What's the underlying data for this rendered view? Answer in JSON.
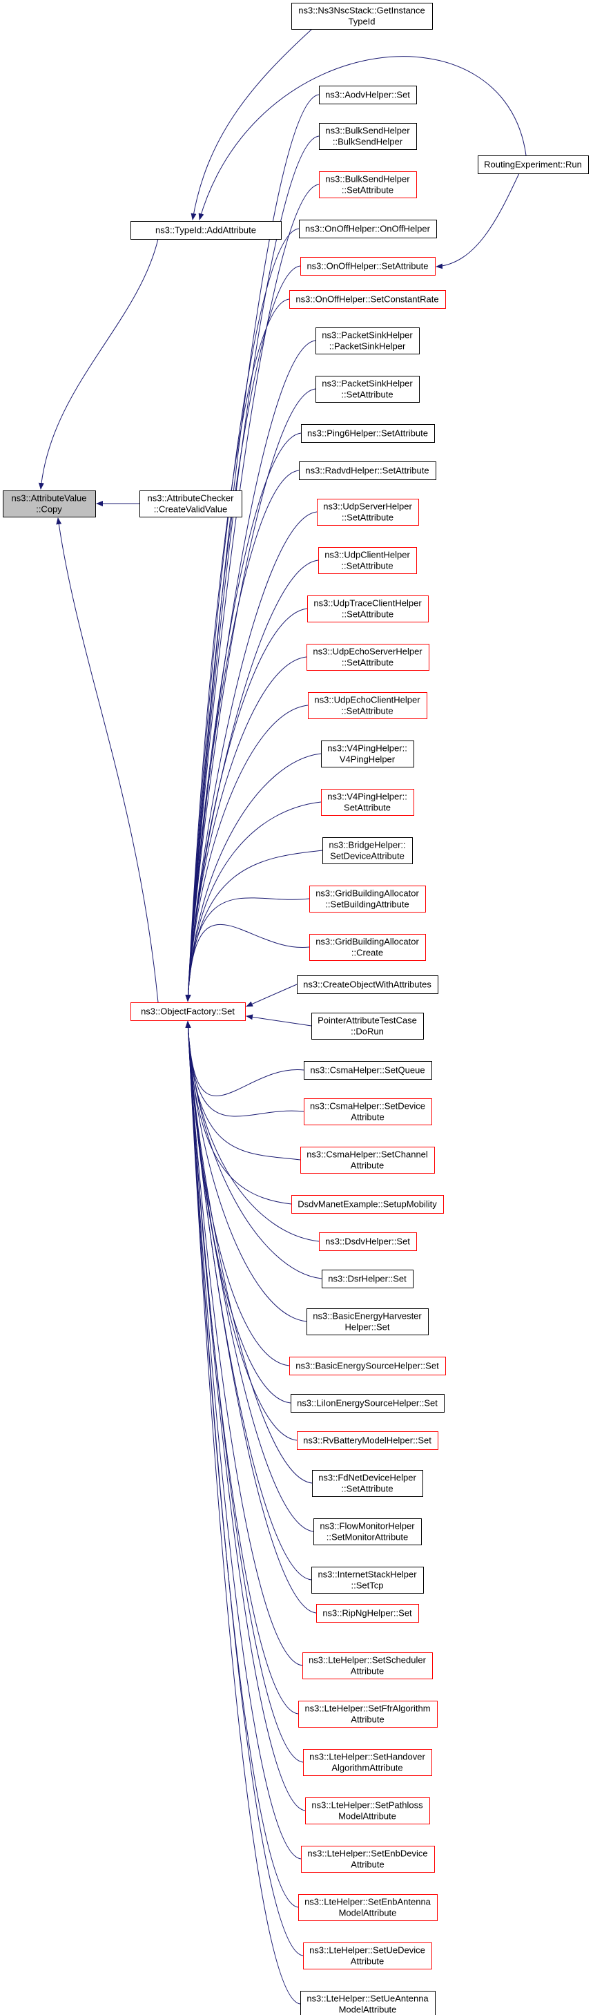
{
  "nodes": [
    {
      "id": "root",
      "lines": [
        "ns3::AttributeValue",
        "::Copy"
      ],
      "border": "black",
      "fill": "#bfbfbf",
      "clickable": false
    },
    {
      "id": "checker",
      "lines": [
        "ns3::AttributeChecker",
        "::CreateValidValue"
      ],
      "border": "black"
    },
    {
      "id": "addattr",
      "lines": [
        "ns3::TypeId::AddAttribute"
      ],
      "border": "black"
    },
    {
      "id": "objset",
      "lines": [
        "ns3::ObjectFactory::Set"
      ],
      "border": "red"
    },
    {
      "id": "nsc",
      "lines": [
        "ns3::Ns3NscStack::GetInstance",
        "TypeId"
      ],
      "border": "black"
    },
    {
      "id": "routing",
      "lines": [
        "RoutingExperiment::Run"
      ],
      "border": "black"
    },
    {
      "id": "c01",
      "lines": [
        "ns3::AodvHelper::Set"
      ],
      "border": "black"
    },
    {
      "id": "c02",
      "lines": [
        "ns3::BulkSendHelper",
        "::BulkSendHelper"
      ],
      "border": "black"
    },
    {
      "id": "c03",
      "lines": [
        "ns3::BulkSendHelper",
        "::SetAttribute"
      ],
      "border": "red"
    },
    {
      "id": "c04",
      "lines": [
        "ns3::OnOffHelper::OnOffHelper"
      ],
      "border": "black"
    },
    {
      "id": "c05",
      "lines": [
        "ns3::OnOffHelper::SetAttribute"
      ],
      "border": "red"
    },
    {
      "id": "c06",
      "lines": [
        "ns3::OnOffHelper::SetConstantRate"
      ],
      "border": "red"
    },
    {
      "id": "c07",
      "lines": [
        "ns3::PacketSinkHelper",
        "::PacketSinkHelper"
      ],
      "border": "black"
    },
    {
      "id": "c08",
      "lines": [
        "ns3::PacketSinkHelper",
        "::SetAttribute"
      ],
      "border": "black"
    },
    {
      "id": "c09",
      "lines": [
        "ns3::Ping6Helper::SetAttribute"
      ],
      "border": "black"
    },
    {
      "id": "c10",
      "lines": [
        "ns3::RadvdHelper::SetAttribute"
      ],
      "border": "black"
    },
    {
      "id": "c11",
      "lines": [
        "ns3::UdpServerHelper",
        "::SetAttribute"
      ],
      "border": "red"
    },
    {
      "id": "c12",
      "lines": [
        "ns3::UdpClientHelper",
        "::SetAttribute"
      ],
      "border": "red"
    },
    {
      "id": "c13",
      "lines": [
        "ns3::UdpTraceClientHelper",
        "::SetAttribute"
      ],
      "border": "red"
    },
    {
      "id": "c14",
      "lines": [
        "ns3::UdpEchoServerHelper",
        "::SetAttribute"
      ],
      "border": "red"
    },
    {
      "id": "c15",
      "lines": [
        "ns3::UdpEchoClientHelper",
        "::SetAttribute"
      ],
      "border": "red"
    },
    {
      "id": "c16",
      "lines": [
        "ns3::V4PingHelper::",
        "V4PingHelper"
      ],
      "border": "black"
    },
    {
      "id": "c17",
      "lines": [
        "ns3::V4PingHelper::",
        "SetAttribute"
      ],
      "border": "red"
    },
    {
      "id": "c18",
      "lines": [
        "ns3::BridgeHelper::",
        "SetDeviceAttribute"
      ],
      "border": "black"
    },
    {
      "id": "c19",
      "lines": [
        "ns3::GridBuildingAllocator",
        "::SetBuildingAttribute"
      ],
      "border": "red"
    },
    {
      "id": "c20",
      "lines": [
        "ns3::GridBuildingAllocator",
        "::Create"
      ],
      "border": "red"
    },
    {
      "id": "c21",
      "lines": [
        "ns3::CreateObjectWithAttributes"
      ],
      "border": "black"
    },
    {
      "id": "c22",
      "lines": [
        "PointerAttributeTestCase",
        "::DoRun"
      ],
      "border": "black"
    },
    {
      "id": "c23",
      "lines": [
        "ns3::CsmaHelper::SetQueue"
      ],
      "border": "black"
    },
    {
      "id": "c24",
      "lines": [
        "ns3::CsmaHelper::SetDevice",
        "Attribute"
      ],
      "border": "red"
    },
    {
      "id": "c25",
      "lines": [
        "ns3::CsmaHelper::SetChannel",
        "Attribute"
      ],
      "border": "red"
    },
    {
      "id": "c26",
      "lines": [
        "DsdvManetExample::SetupMobility"
      ],
      "border": "red"
    },
    {
      "id": "c27",
      "lines": [
        "ns3::DsdvHelper::Set"
      ],
      "border": "red"
    },
    {
      "id": "c28",
      "lines": [
        "ns3::DsrHelper::Set"
      ],
      "border": "black"
    },
    {
      "id": "c29",
      "lines": [
        "ns3::BasicEnergyHarvester",
        "Helper::Set"
      ],
      "border": "black"
    },
    {
      "id": "c30",
      "lines": [
        "ns3::BasicEnergySourceHelper::Set"
      ],
      "border": "red"
    },
    {
      "id": "c31",
      "lines": [
        "ns3::LiIonEnergySourceHelper::Set"
      ],
      "border": "black"
    },
    {
      "id": "c32",
      "lines": [
        "ns3::RvBatteryModelHelper::Set"
      ],
      "border": "red"
    },
    {
      "id": "c33",
      "lines": [
        "ns3::FdNetDeviceHelper",
        "::SetAttribute"
      ],
      "border": "black"
    },
    {
      "id": "c34",
      "lines": [
        "ns3::FlowMonitorHelper",
        "::SetMonitorAttribute"
      ],
      "border": "black"
    },
    {
      "id": "c35",
      "lines": [
        "ns3::InternetStackHelper",
        "::SetTcp"
      ],
      "border": "black"
    },
    {
      "id": "c36",
      "lines": [
        "ns3::RipNgHelper::Set"
      ],
      "border": "red"
    },
    {
      "id": "c37",
      "lines": [
        "ns3::LteHelper::SetScheduler",
        "Attribute"
      ],
      "border": "red"
    },
    {
      "id": "c38",
      "lines": [
        "ns3::LteHelper::SetFfrAlgorithm",
        "Attribute"
      ],
      "border": "red"
    },
    {
      "id": "c39",
      "lines": [
        "ns3::LteHelper::SetHandover",
        "AlgorithmAttribute"
      ],
      "border": "red"
    },
    {
      "id": "c40",
      "lines": [
        "ns3::LteHelper::SetPathloss",
        "ModelAttribute"
      ],
      "border": "red"
    },
    {
      "id": "c41",
      "lines": [
        "ns3::LteHelper::SetEnbDevice",
        "Attribute"
      ],
      "border": "red"
    },
    {
      "id": "c42",
      "lines": [
        "ns3::LteHelper::SetEnbAntenna",
        "ModelAttribute"
      ],
      "border": "red"
    },
    {
      "id": "c43",
      "lines": [
        "ns3::LteHelper::SetUeDevice",
        "Attribute"
      ],
      "border": "red"
    },
    {
      "id": "c44",
      "lines": [
        "ns3::LteHelper::SetUeAntenna",
        "ModelAttribute"
      ],
      "border": "black"
    }
  ],
  "colors": {
    "edge": "#191970",
    "red_border": "#ff0000",
    "black_border": "#000000",
    "root_fill": "#bfbfbf"
  }
}
